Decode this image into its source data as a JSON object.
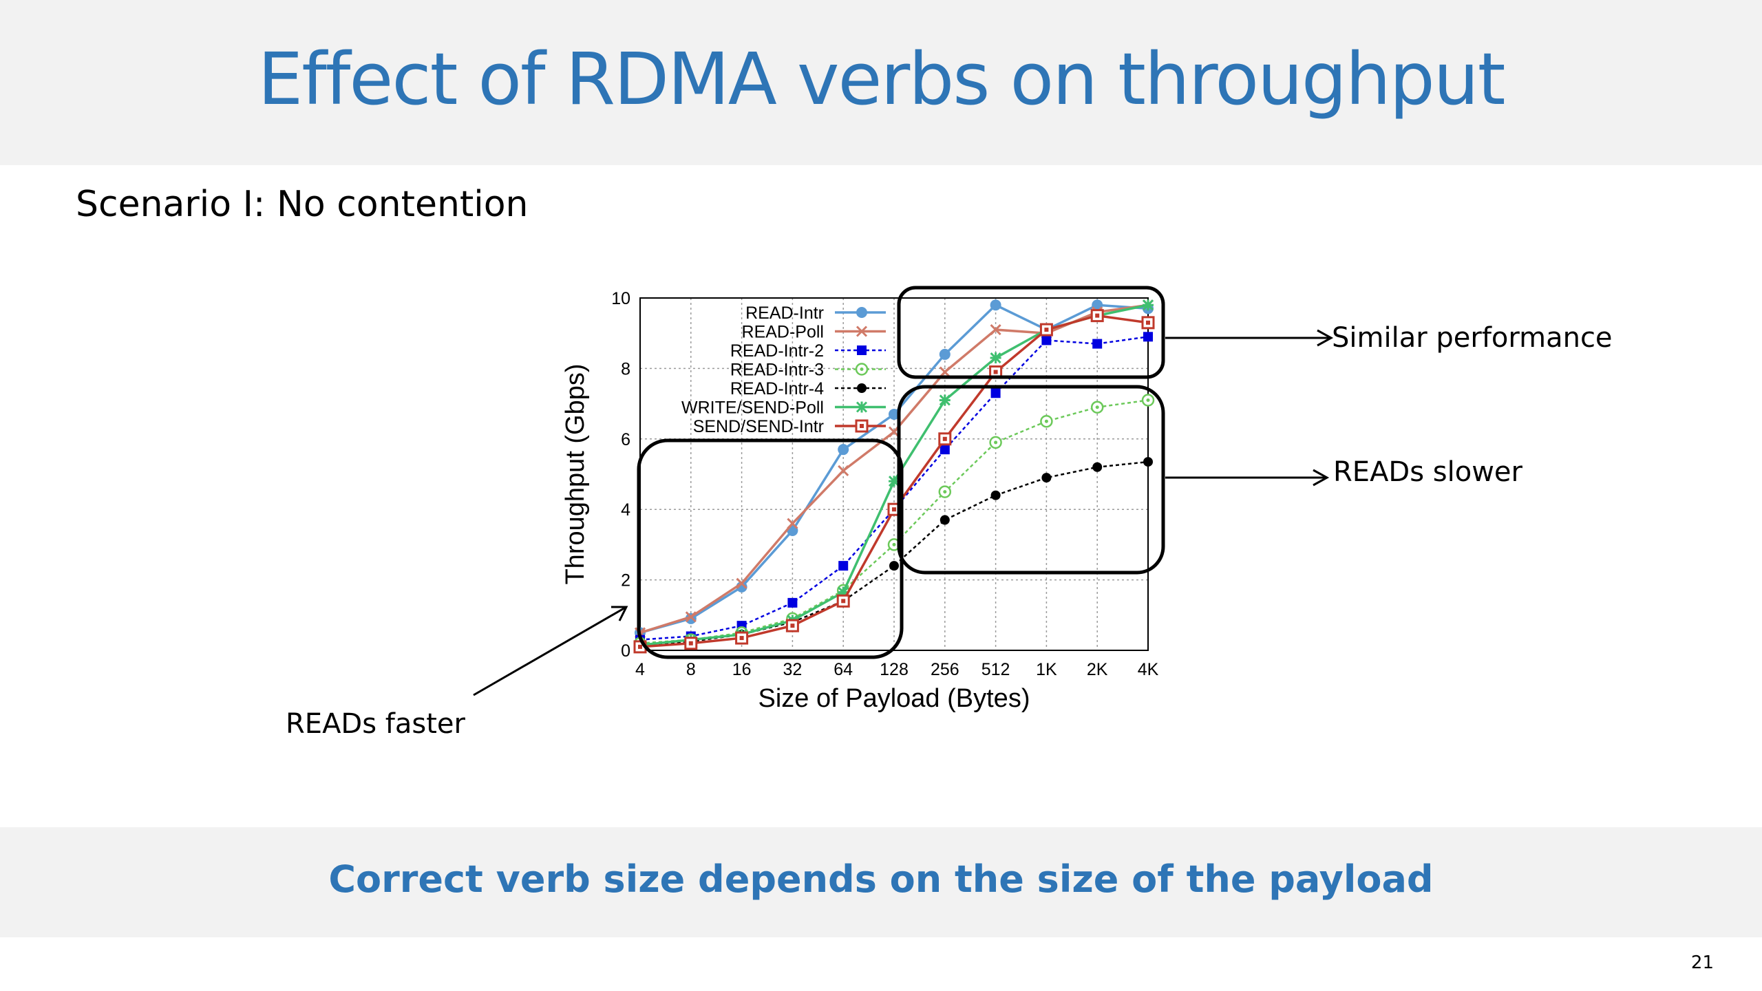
{
  "slide": {
    "title": "Effect of RDMA verbs on throughput",
    "subtitle": "Scenario I: No contention",
    "footer": "Correct verb size depends on the size of the payload",
    "page_number": "21"
  },
  "annotations": {
    "similar": "Similar performance",
    "reads_slower": "READs slower",
    "reads_faster": "READs faster"
  },
  "colors": {
    "title": "#2e75b6",
    "band": "#f2f2f2"
  },
  "chart_data": {
    "type": "line",
    "title": "",
    "xlabel": "Size of Payload (Bytes)",
    "ylabel": "Throughput (Gbps)",
    "categories": [
      "4",
      "8",
      "16",
      "32",
      "64",
      "128",
      "256",
      "512",
      "1K",
      "2K",
      "4K"
    ],
    "ylim": [
      0,
      10
    ],
    "yticks": [
      "0",
      "2",
      "4",
      "6",
      "8",
      "10"
    ],
    "grid": true,
    "legend": "top-left",
    "series": [
      {
        "name": "READ-Intr",
        "color": "#5b9bd5",
        "marker": "circle",
        "dash": false,
        "values": [
          0.5,
          0.9,
          1.8,
          3.4,
          5.7,
          6.7,
          8.4,
          9.8,
          9.1,
          9.8,
          9.7
        ]
      },
      {
        "name": "READ-Poll",
        "color": "#d07a68",
        "marker": "x",
        "dash": false,
        "values": [
          0.5,
          0.95,
          1.9,
          3.6,
          5.1,
          6.2,
          7.9,
          9.1,
          9.0,
          9.6,
          9.8
        ]
      },
      {
        "name": "READ-Intr-2",
        "color": "#0000e0",
        "marker": "square",
        "dash": true,
        "values": [
          0.3,
          0.4,
          0.7,
          1.35,
          2.4,
          4.0,
          5.7,
          7.3,
          8.8,
          8.7,
          8.9
        ]
      },
      {
        "name": "READ-Intr-3",
        "color": "#6cc95a",
        "marker": "ring",
        "dash": true,
        "values": [
          0.2,
          0.3,
          0.5,
          0.9,
          1.7,
          3.0,
          4.5,
          5.9,
          6.5,
          6.9,
          7.1
        ]
      },
      {
        "name": "READ-Intr-4",
        "color": "#000000",
        "marker": "dot",
        "dash": true,
        "values": [
          0.15,
          0.25,
          0.45,
          0.8,
          1.4,
          2.4,
          3.7,
          4.4,
          4.9,
          5.2,
          5.35
        ]
      },
      {
        "name": "WRITE/SEND-Poll",
        "color": "#3fbf6f",
        "marker": "star",
        "dash": false,
        "values": [
          0.15,
          0.3,
          0.45,
          0.85,
          1.65,
          4.8,
          7.1,
          8.3,
          9.1,
          9.5,
          9.8
        ]
      },
      {
        "name": "SEND/SEND-Intr",
        "color": "#c0392b",
        "marker": "boxsquare",
        "dash": false,
        "values": [
          0.1,
          0.2,
          0.35,
          0.7,
          1.4,
          4.0,
          6.0,
          7.9,
          9.1,
          9.5,
          9.3
        ]
      }
    ]
  }
}
